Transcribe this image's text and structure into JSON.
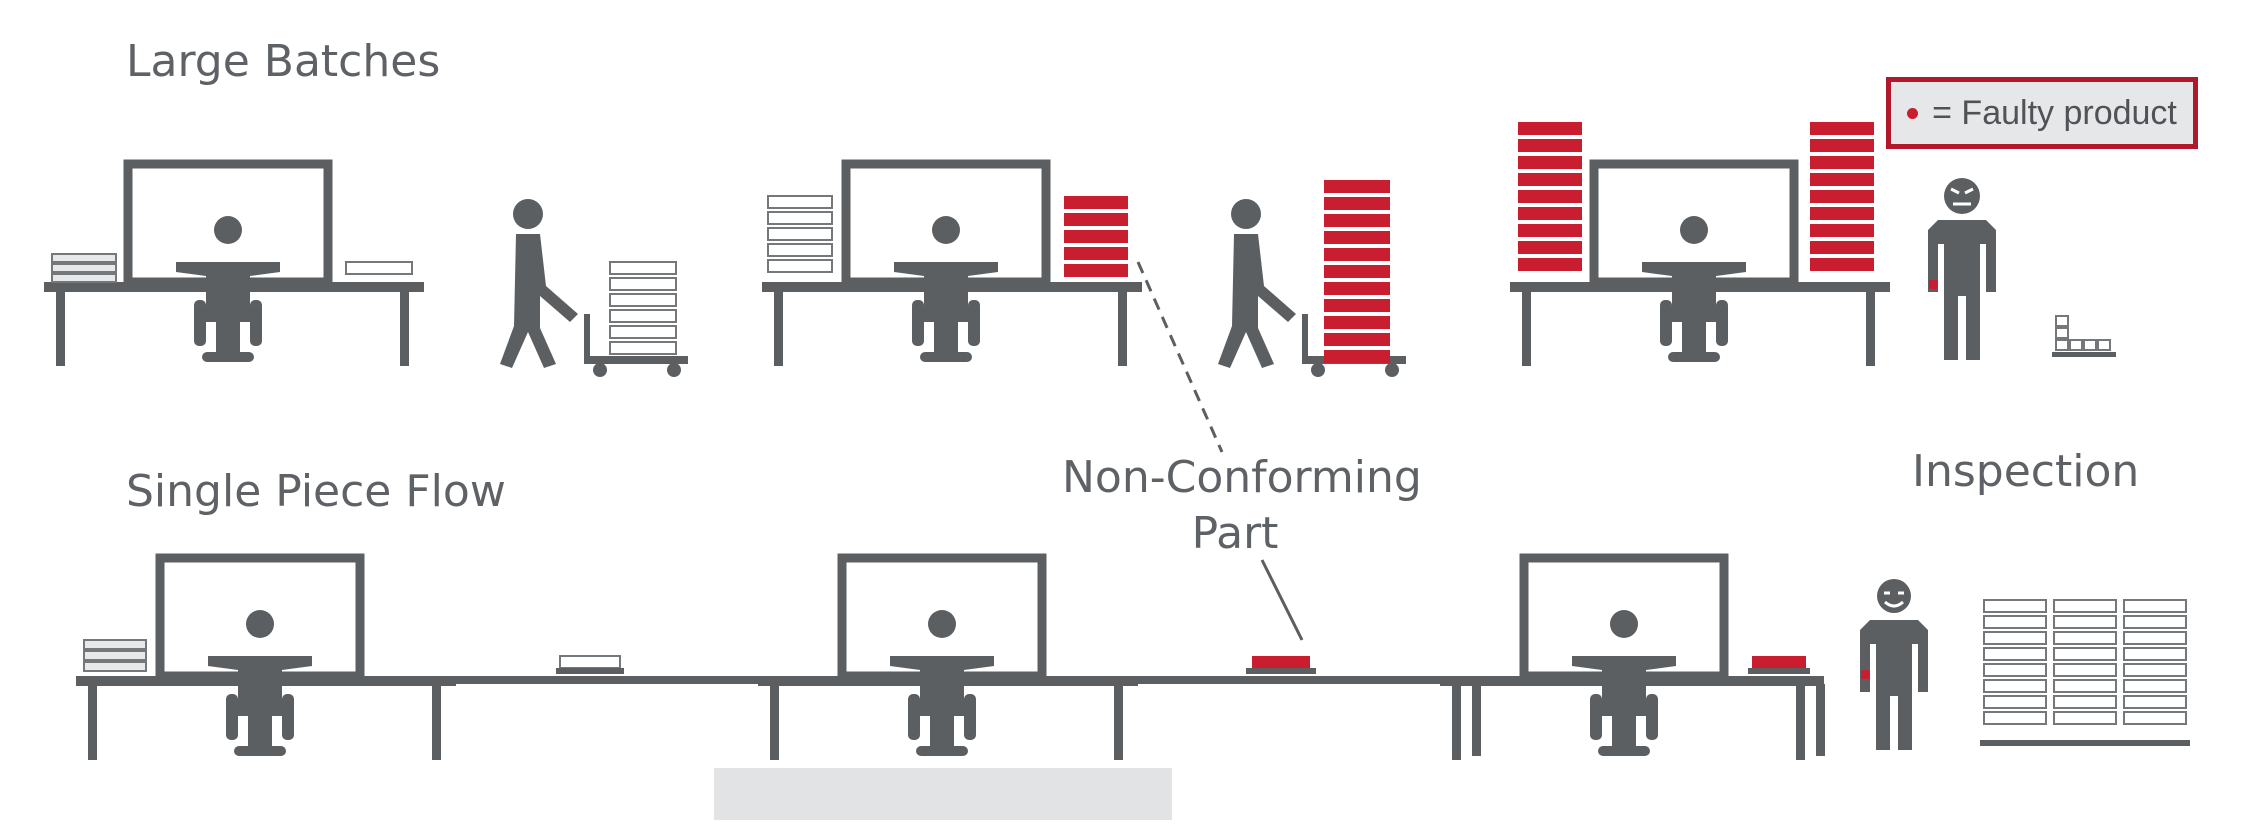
{
  "labels": {
    "large_batches": "Large Batches",
    "single_piece_flow": "Single Piece Flow",
    "non_conforming_line1": "Non-Conforming",
    "non_conforming_line2": "Part",
    "inspection": "Inspection"
  },
  "legend": {
    "text": "= Faulty product",
    "dot_color": "#c81e30"
  },
  "colors": {
    "figure": "#5b5f62",
    "faulty": "#c81e30",
    "outline": "#74787b",
    "legend_border": "#b0182b"
  },
  "icons": [
    "worker-at-desk-icon",
    "walking-worker-icon",
    "cart-icon",
    "inspector-angry-icon",
    "inspector-happy-icon",
    "product-box-icon"
  ]
}
